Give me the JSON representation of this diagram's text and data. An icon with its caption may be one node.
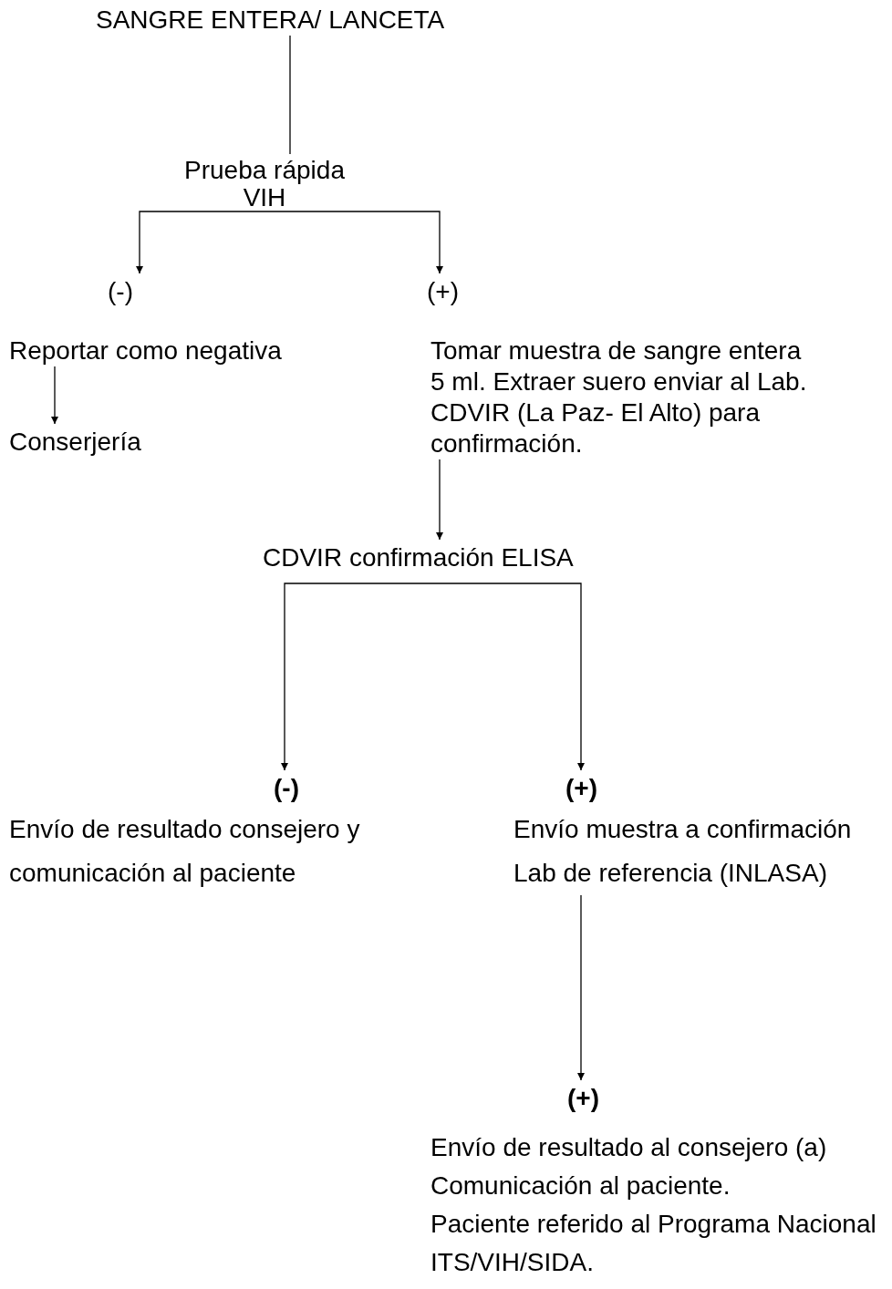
{
  "diagram": {
    "nodes": [
      {
        "text": [
          "SANGRE ENTERA/ LANCETA"
        ]
      },
      {
        "text": [
          "Prueba rápida VIH"
        ]
      },
      {
        "text": [
          "(-)"
        ]
      },
      {
        "text": [
          "(+)"
        ]
      },
      {
        "text": [
          "Reportar como negativa"
        ]
      },
      {
        "text": [
          "Conserjería"
        ]
      },
      {
        "text": [
          "Tomar muestra de sangre entera 5 ml. Extraer suero enviar al Lab. CDVIR (La Paz- El Alto) para confirmación."
        ]
      },
      {
        "text": [
          "CDVIR confirmación ELISA"
        ]
      },
      {
        "text": [
          "(-)"
        ]
      },
      {
        "text": [
          "(+)"
        ]
      },
      {
        "text": [
          "Envío de resultado consejero y comunicación al paciente"
        ]
      },
      {
        "text": [
          "Envío muestra a confirmación Lab de referencia (INLASA)"
        ]
      },
      {
        "text": [
          "(+)"
        ]
      },
      {
        "text": [
          "Envío de resultado al consejero (a)",
          "Comunicación al paciente.",
          "Paciente referido al Programa Nacional ITS/VIH/SIDA."
        ]
      }
    ],
    "edges": [
      {
        "from": 0,
        "to": 1,
        "arrow": "none"
      },
      {
        "from": 1,
        "to": 2,
        "arrow": "to"
      },
      {
        "from": 1,
        "to": 3,
        "arrow": "to"
      },
      {
        "from": 4,
        "to": 5,
        "arrow": "to"
      },
      {
        "from": 6,
        "to": 7,
        "arrow": "to"
      },
      {
        "from": 7,
        "to": 8,
        "arrow": "to"
      },
      {
        "from": 7,
        "to": 9,
        "arrow": "to"
      },
      {
        "from": 11,
        "to": 12,
        "arrow": "to"
      }
    ]
  }
}
